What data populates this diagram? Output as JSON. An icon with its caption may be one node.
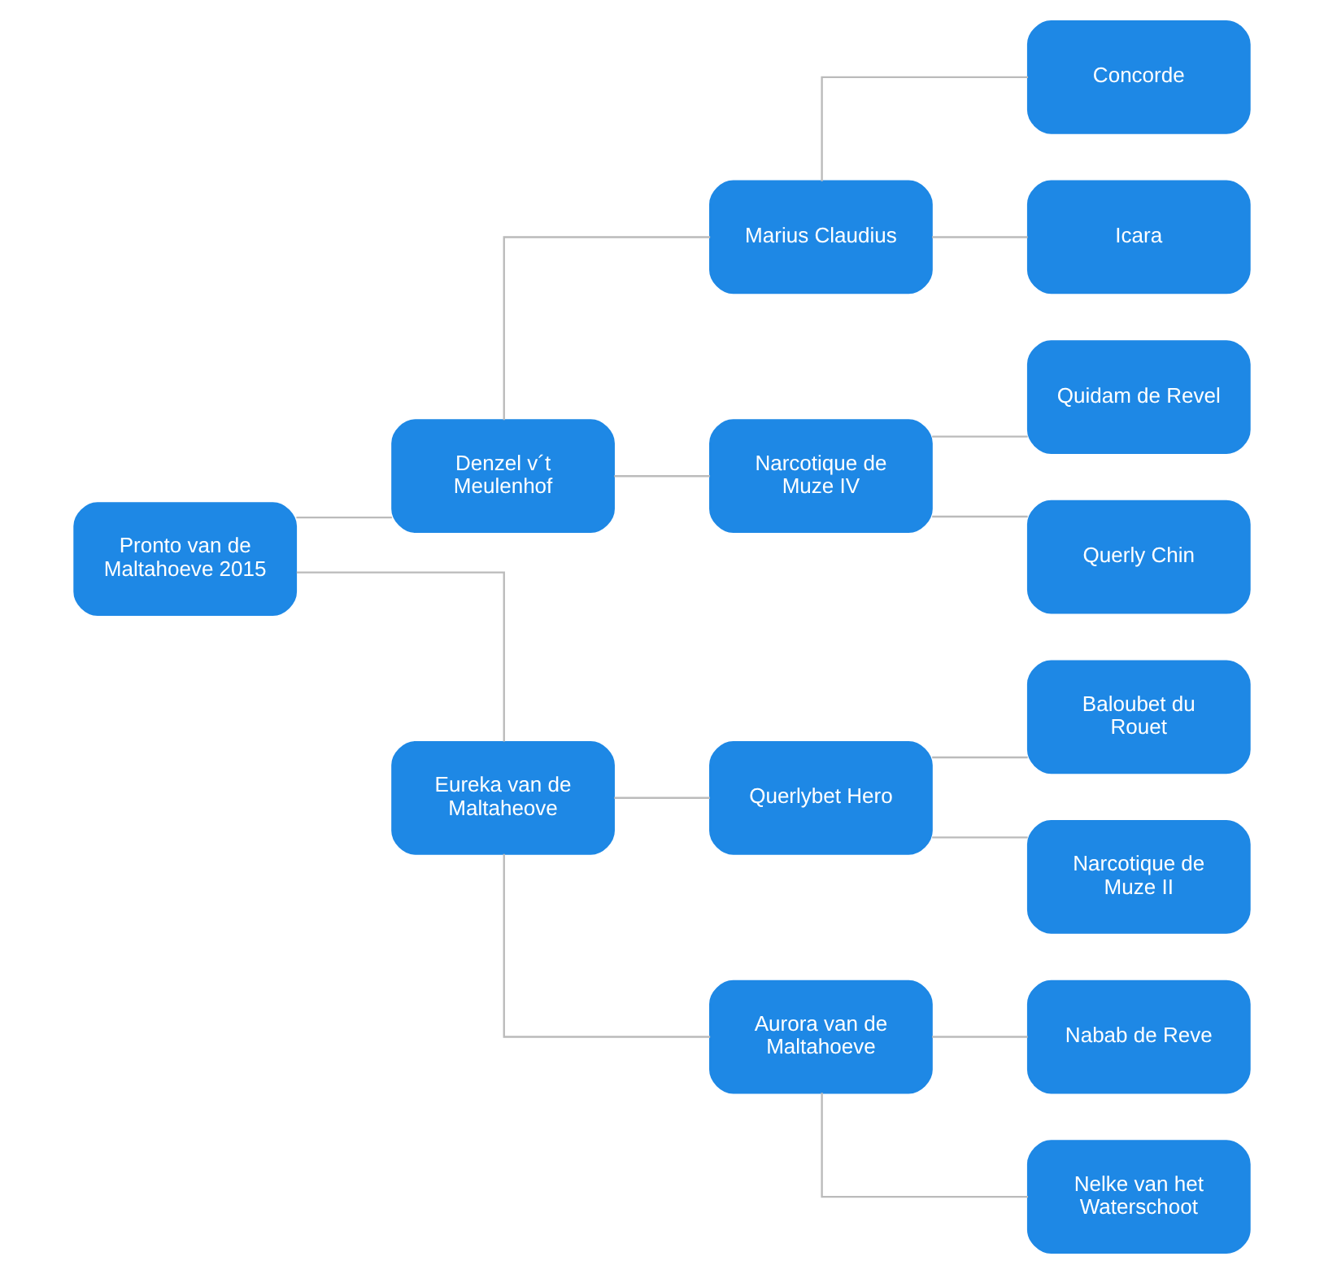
{
  "diagram": {
    "nodes": [
      {
        "text": [
          "Pronto van de Maltahoeve 2015"
        ]
      },
      {
        "text": [
          "Denzel v´t Meulenhof"
        ]
      },
      {
        "text": [
          "Marius Claudius"
        ]
      },
      {
        "text": [
          "Concorde"
        ]
      },
      {
        "text": [
          "Icara"
        ]
      },
      {
        "text": [
          "Narcotique de Muze IV"
        ]
      },
      {
        "text": [
          "Quidam de Revel"
        ]
      },
      {
        "text": [
          "Querly Chin"
        ]
      },
      {
        "text": [
          "Eureka van de Maltaheove"
        ]
      },
      {
        "text": [
          "Querlybet Hero"
        ]
      },
      {
        "text": [
          "Baloubet du Rouet"
        ]
      },
      {
        "text": [
          "Narcotique de Muze II"
        ]
      },
      {
        "text": [
          "Aurora van de Maltahoeve"
        ]
      },
      {
        "text": [
          "Nabab de Reve"
        ]
      },
      {
        "text": [
          "Nelke van het Waterschoot"
        ]
      }
    ],
    "edges": [
      {
        "from": 0,
        "to": 1,
        "arrow": "none"
      },
      {
        "from": 0,
        "to": 8,
        "arrow": "none"
      },
      {
        "from": 1,
        "to": 2,
        "arrow": "none"
      },
      {
        "from": 1,
        "to": 5,
        "arrow": "none"
      },
      {
        "from": 2,
        "to": 3,
        "arrow": "none"
      },
      {
        "from": 2,
        "to": 4,
        "arrow": "none"
      },
      {
        "from": 5,
        "to": 6,
        "arrow": "none"
      },
      {
        "from": 5,
        "to": 7,
        "arrow": "none"
      },
      {
        "from": 8,
        "to": 9,
        "arrow": "none"
      },
      {
        "from": 8,
        "to": 12,
        "arrow": "none"
      },
      {
        "from": 9,
        "to": 10,
        "arrow": "none"
      },
      {
        "from": 9,
        "to": 11,
        "arrow": "none"
      },
      {
        "from": 12,
        "to": 13,
        "arrow": "none"
      },
      {
        "from": 12,
        "to": 14,
        "arrow": "none"
      }
    ]
  }
}
